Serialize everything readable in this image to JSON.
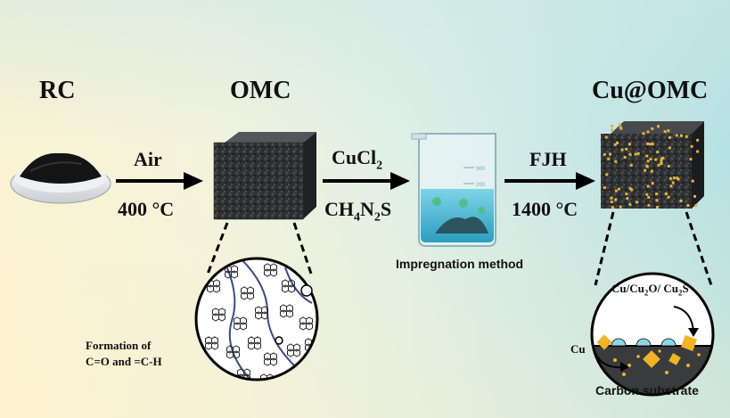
{
  "stages": {
    "rc": "RC",
    "omc": "OMC",
    "cu_omc": "Cu@OMC"
  },
  "arrows": {
    "step1_top": "Air",
    "step1_bottom": "400 °C",
    "step2_top_main": "CuCl",
    "step2_top_sub": "2",
    "step2_bottom": [
      "CH",
      "4",
      "N",
      "2",
      "S"
    ],
    "step3_top": "FJH",
    "step3_bottom": "1400 °C"
  },
  "beaker": {
    "caption": "Impregnation method",
    "marks": [
      "300",
      "200"
    ]
  },
  "omc_zoom": {
    "caption_line1": "Formation of",
    "caption_line2": "C=O and =C-H"
  },
  "cu_zoom": {
    "species": [
      "Cu/Cu",
      "2",
      "O/ Cu",
      "2",
      "S"
    ],
    "cu_label": "Cu",
    "substrate_label": "Carbon substrate"
  }
}
